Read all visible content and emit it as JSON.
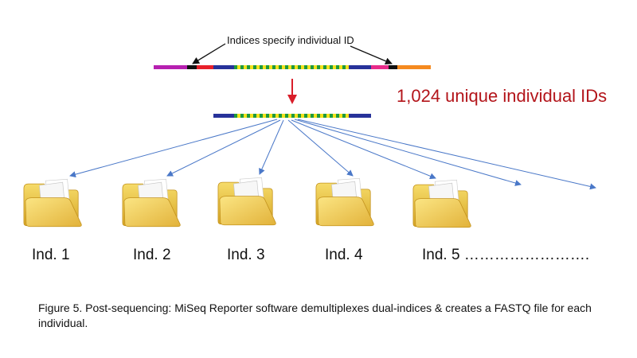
{
  "annotation": "Indices specify individual ID",
  "unique_ids": "1,024 unique individual IDs",
  "individuals": [
    "Ind. 1",
    "Ind. 2",
    "Ind. 3",
    "Ind. 4",
    "Ind. 5 ……………………."
  ],
  "caption": {
    "label": "Figure 5.",
    "text": " Post-sequencing: MiSeq Reporter software demultiplexes dual-indices & creates a FASTQ file for each individual."
  },
  "colors": {
    "magenta": "#b620b0",
    "black": "#111111",
    "red": "#e8202a",
    "navy": "#27329a",
    "green": "#1e9a3e",
    "yellow": "#f2e21c",
    "pink": "#e82b8a",
    "orange": "#f58a1f",
    "arrow_red": "#d91e2a",
    "arrow_blue": "#4a78c8",
    "folder": "#f3cf45"
  }
}
